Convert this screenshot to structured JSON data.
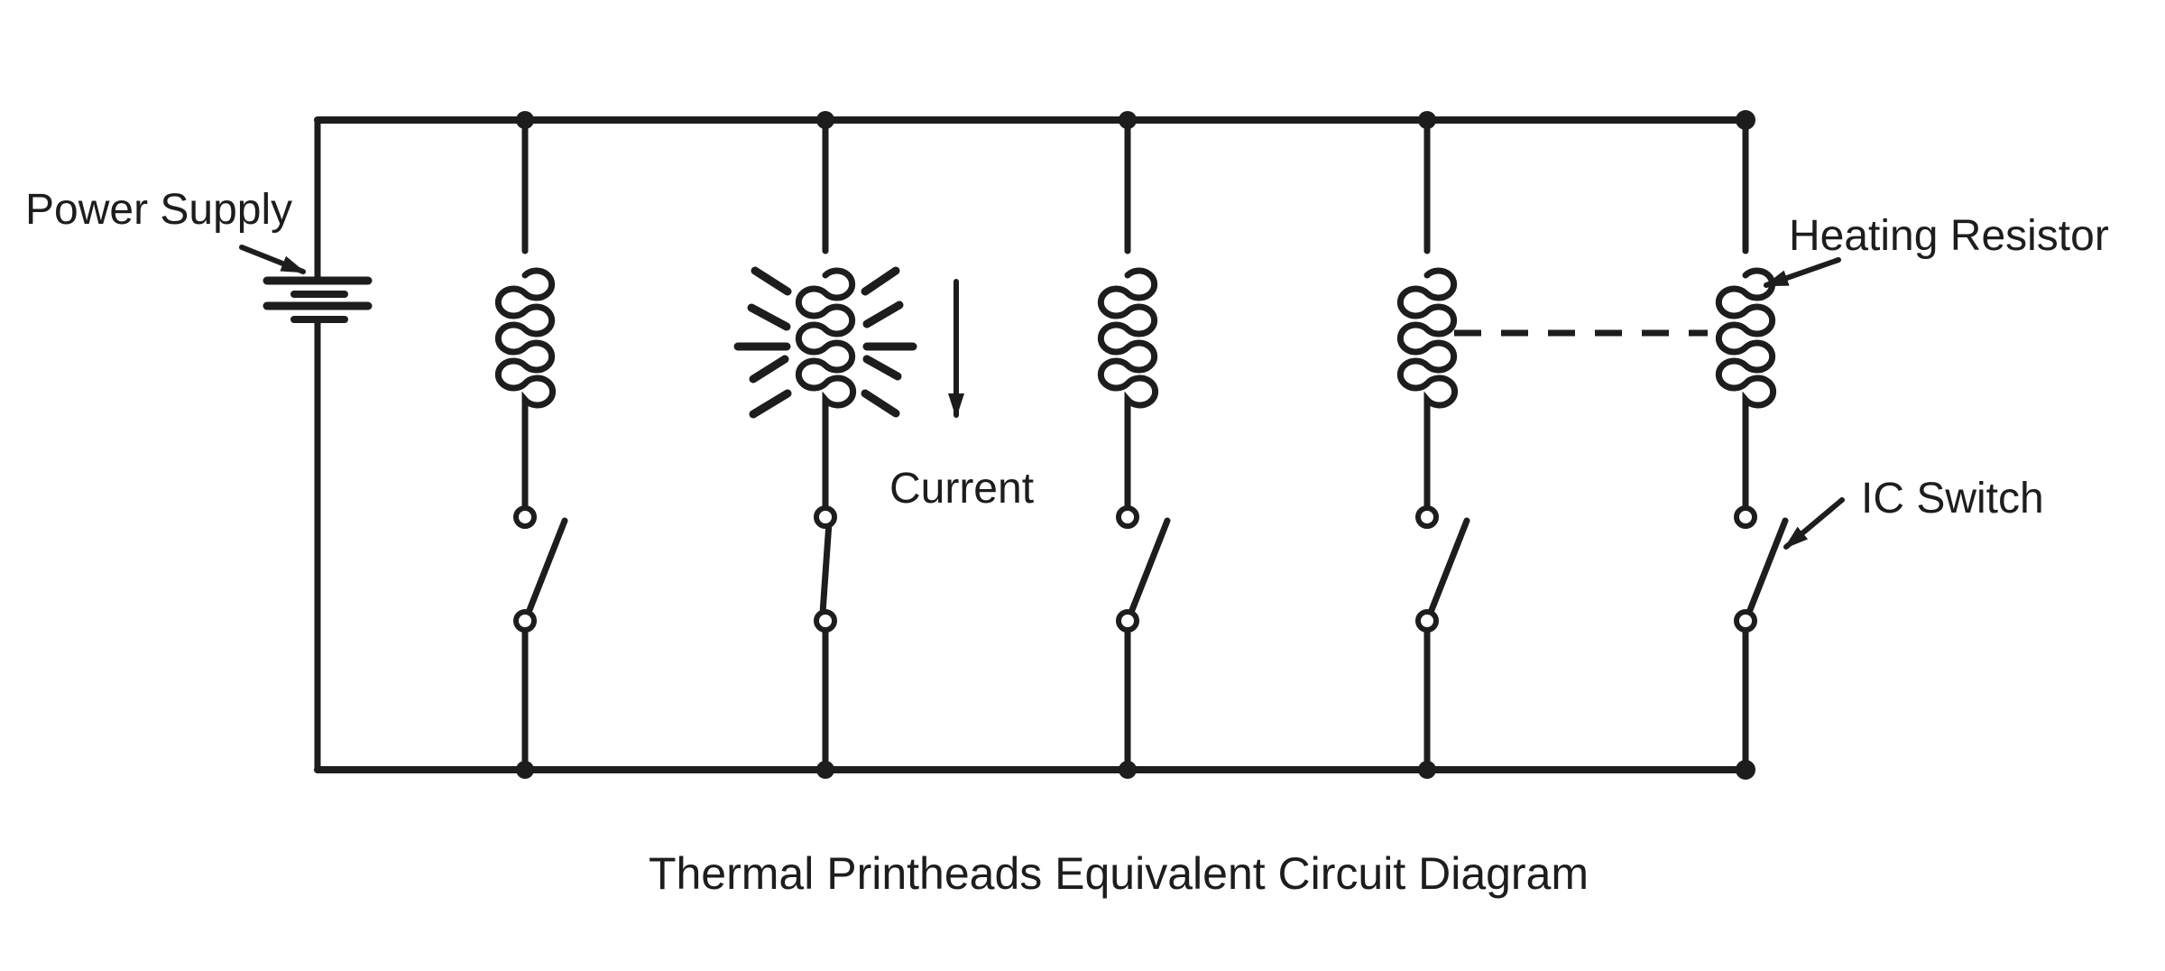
{
  "title": "Thermal Printheads Equivalent Circuit Diagram",
  "labels": {
    "power_supply": "Power Supply",
    "current": "Current",
    "heating_resistor": "Heating Resistor",
    "ic_switch": "IC Switch"
  },
  "colors": {
    "ink": "#1d1d1d",
    "background": "#ffffff"
  },
  "circuit": {
    "type": "parallel-branch equivalent circuit",
    "branch_count": 5,
    "components_per_branch": [
      "heating-resistor",
      "ic-switch"
    ],
    "switch_states": [
      "open",
      "closed",
      "open",
      "open",
      "open"
    ],
    "heating_branch_index": 2,
    "current_direction": "down",
    "continuation": "dashed line between branch 4 and branch 5"
  }
}
